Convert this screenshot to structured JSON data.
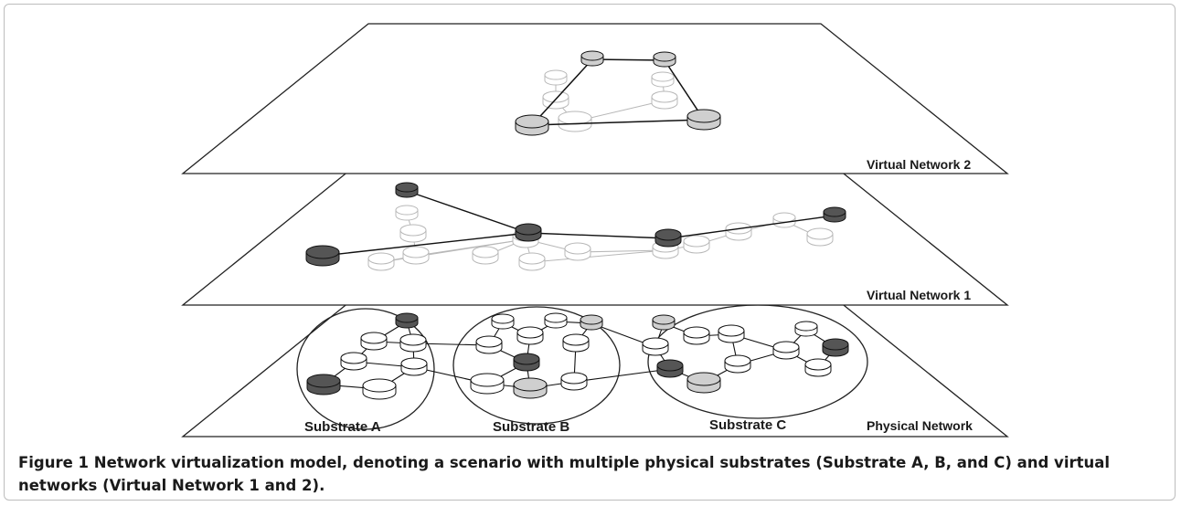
{
  "figure": {
    "layer_labels": {
      "virtual_network_2": "Virtual Network 2",
      "virtual_network_1": "Virtual Network 1",
      "physical_network": "Physical Network"
    },
    "substrate_labels": {
      "a": "Substrate A",
      "b": "Substrate B",
      "c": "Substrate C"
    },
    "colors": {
      "dark_node": "#555555",
      "light_node": "#cfcfcf",
      "white_node": "#ffffff",
      "ghost_stroke": "#b8b8b8",
      "line": "#111111"
    }
  },
  "caption": {
    "label": "Figure 1",
    "text": "Network virtualization model, denoting a scenario with multiple physical substrates (Substrate A, B, and C) and virtual networks (Virtual Network 1 and 2)."
  }
}
